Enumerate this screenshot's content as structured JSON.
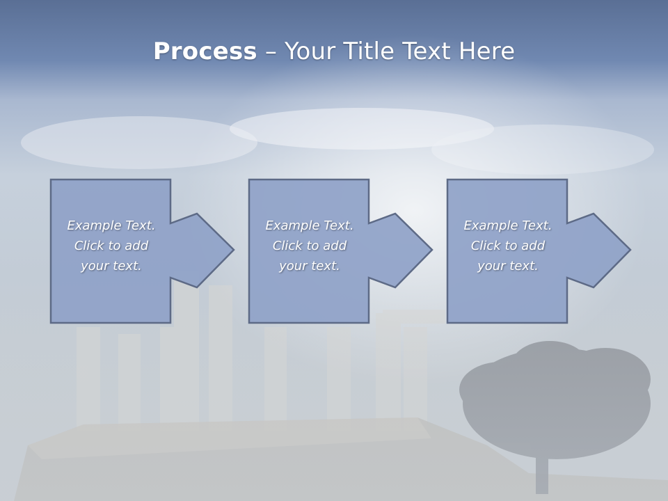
{
  "slide": {
    "title_bold": "Process",
    "title_rest": " – Your Title Text Here"
  },
  "steps": [
    {
      "text": "Example Text.\nClick  to add\nyour text."
    },
    {
      "text": "Example Text.\nClick  to add\nyour text."
    },
    {
      "text": "Example Text.\nClick  to add\nyour text."
    }
  ],
  "colors": {
    "box_fill": "#8fa2c8",
    "box_stroke": "#5d6a86",
    "title_text": "#ffffff",
    "step_text": "#ffffff"
  }
}
